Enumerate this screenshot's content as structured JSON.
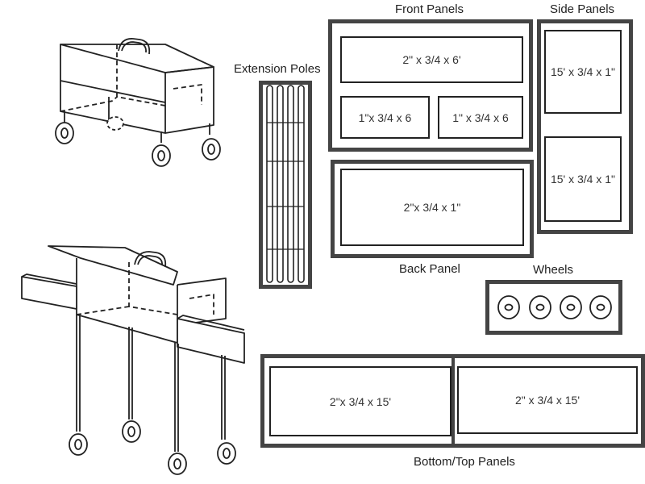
{
  "labels": {
    "front_panels": "Front Panels",
    "side_panels": "Side Panels",
    "extension_poles": "Extension Poles",
    "back_panel": "Back Panel",
    "wheels": "Wheels",
    "bottom_top_panels": "Bottom/Top Panels"
  },
  "dimensions": {
    "front_long": "2\" x 3/4 x 6'",
    "front_small_left": "1\"x 3/4 x 6",
    "front_small_right": "1\" x 3/4 x 6",
    "side_top": "15' x 3/4 x 1\"",
    "side_bottom": "15' x 3/4 x 1\"",
    "back": "2\"x 3/4 x 1\"",
    "bottom_left": "2\"x 3/4 x 15'",
    "bottom_right": "2\" x 3/4 x 15'"
  },
  "wheel_count": 4,
  "pole_count": 4
}
